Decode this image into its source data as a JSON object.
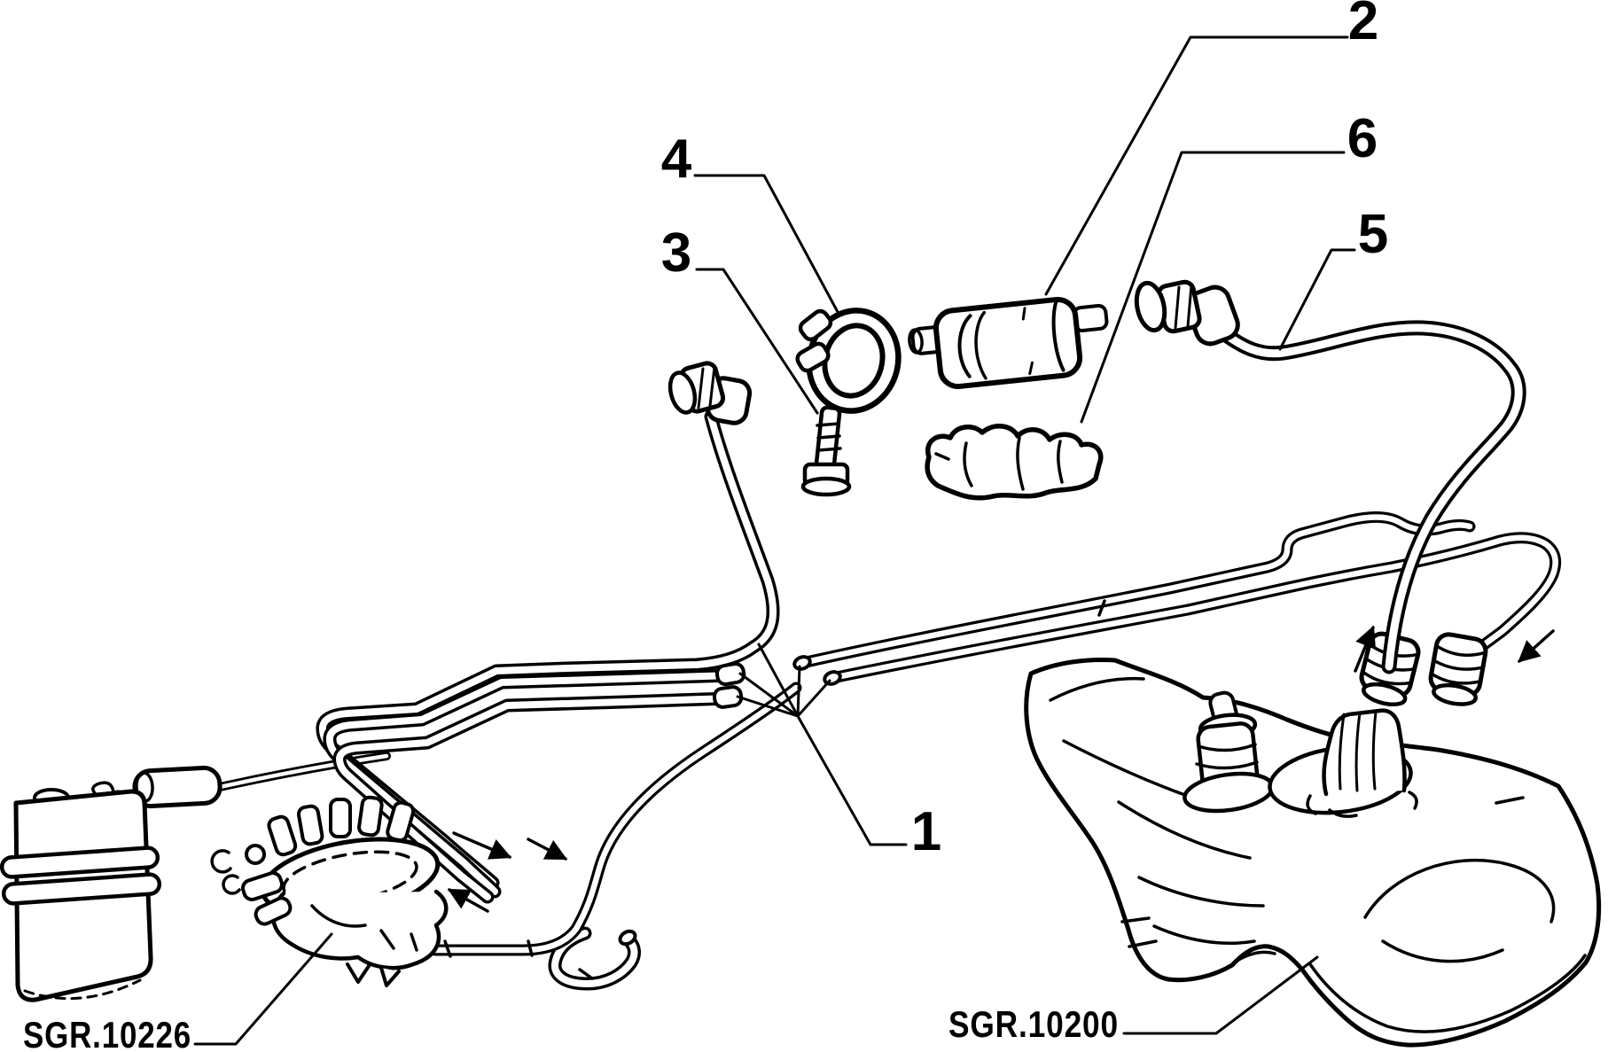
{
  "diagram": {
    "background_color": "#ffffff",
    "line_color": "#000000",
    "callouts": [
      {
        "number": "1",
        "part": "fuel-pipes-bundle"
      },
      {
        "number": "2",
        "part": "fuel-filter"
      },
      {
        "number": "3",
        "part": "mounting-bolt"
      },
      {
        "number": "4",
        "part": "filter-clamp"
      },
      {
        "number": "5",
        "part": "fuel-hose"
      },
      {
        "number": "6",
        "part": "heat-shield"
      }
    ],
    "reference_labels": [
      {
        "text": "SGR.10226",
        "part": "fuel-pump-assembly"
      },
      {
        "text": "SGR.10200",
        "part": "fuel-tank"
      }
    ]
  }
}
